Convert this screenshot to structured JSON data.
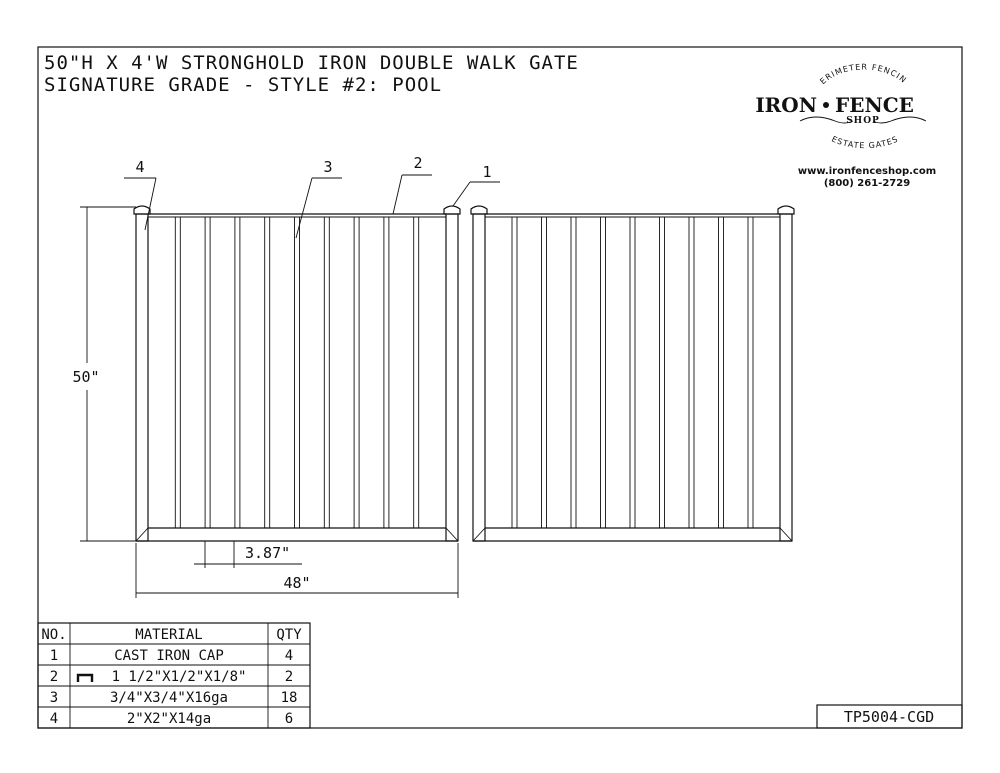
{
  "title": {
    "line1": "50\"H X 4'W STRONGHOLD IRON DOUBLE WALK GATE",
    "line2": "SIGNATURE GRADE - STYLE #2: POOL"
  },
  "logo": {
    "arc_top": "PERIMETER FENCING",
    "name_left": "IRON",
    "name_right": "FENCE",
    "shop": "SHOP",
    "arc_bottom": "ESTATE GATES",
    "website": "www.ironfenceshop.com",
    "phone": "(800) 261-2729"
  },
  "dimensions": {
    "height": "50\"",
    "picket_spacing": "3.87\"",
    "width": "48\""
  },
  "callouts": [
    "1",
    "2",
    "3",
    "4"
  ],
  "parts_table": {
    "headers": [
      "NO.",
      "MATERIAL",
      "QTY"
    ],
    "rows": [
      {
        "no": "1",
        "material": "CAST IRON CAP",
        "qty": "4"
      },
      {
        "no": "2",
        "material": "1 1/2\"X1/2\"X1/8\"",
        "qty": "2"
      },
      {
        "no": "3",
        "material": "3/4\"X3/4\"X16ga",
        "qty": "18"
      },
      {
        "no": "4",
        "material": "2\"X2\"X14ga",
        "qty": "6"
      }
    ]
  },
  "drawing_number": "TP5004-CGD",
  "gate_data": {
    "panels": 2,
    "pickets_per_panel": 9
  }
}
